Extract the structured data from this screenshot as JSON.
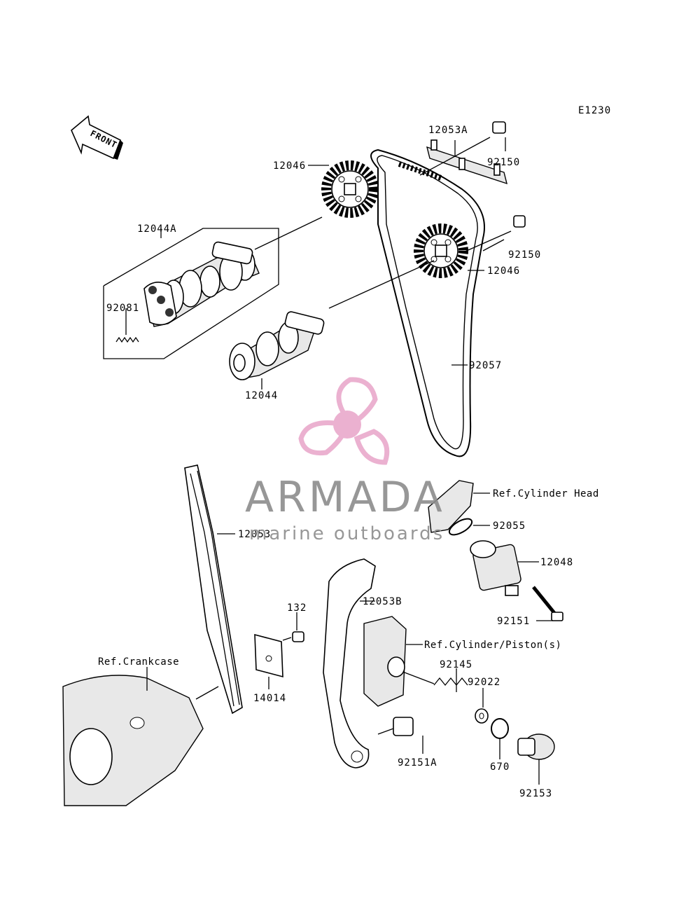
{
  "diagram_code": "E1230",
  "front_label": "FRONT",
  "labels": {
    "p12053A": "12053A",
    "p92150_top": "92150",
    "p12046_top": "12046",
    "p12044A": "12044A",
    "p92150_mid": "92150",
    "p12046_mid": "12046",
    "p92081": "92081",
    "p92057": "92057",
    "p12044": "12044",
    "ref_cyl_head": "Ref.Cylinder Head",
    "p92055": "92055",
    "p12053": "12053",
    "p12048": "12048",
    "p12053B": "12053B",
    "p132": "132",
    "p92151": "92151",
    "ref_cyl_piston": "Ref.Cylinder/Piston(s)",
    "ref_crankcase": "Ref.Crankcase",
    "p92145": "92145",
    "p92022": "92022",
    "p14014": "14014",
    "p92151A": "92151A",
    "p670": "670",
    "p92153": "92153"
  },
  "watermark": {
    "brand": "ARMADA",
    "tagline": "marine outboards",
    "logo_color": "#e9a9cc",
    "text_color": "#8c8c8c"
  }
}
